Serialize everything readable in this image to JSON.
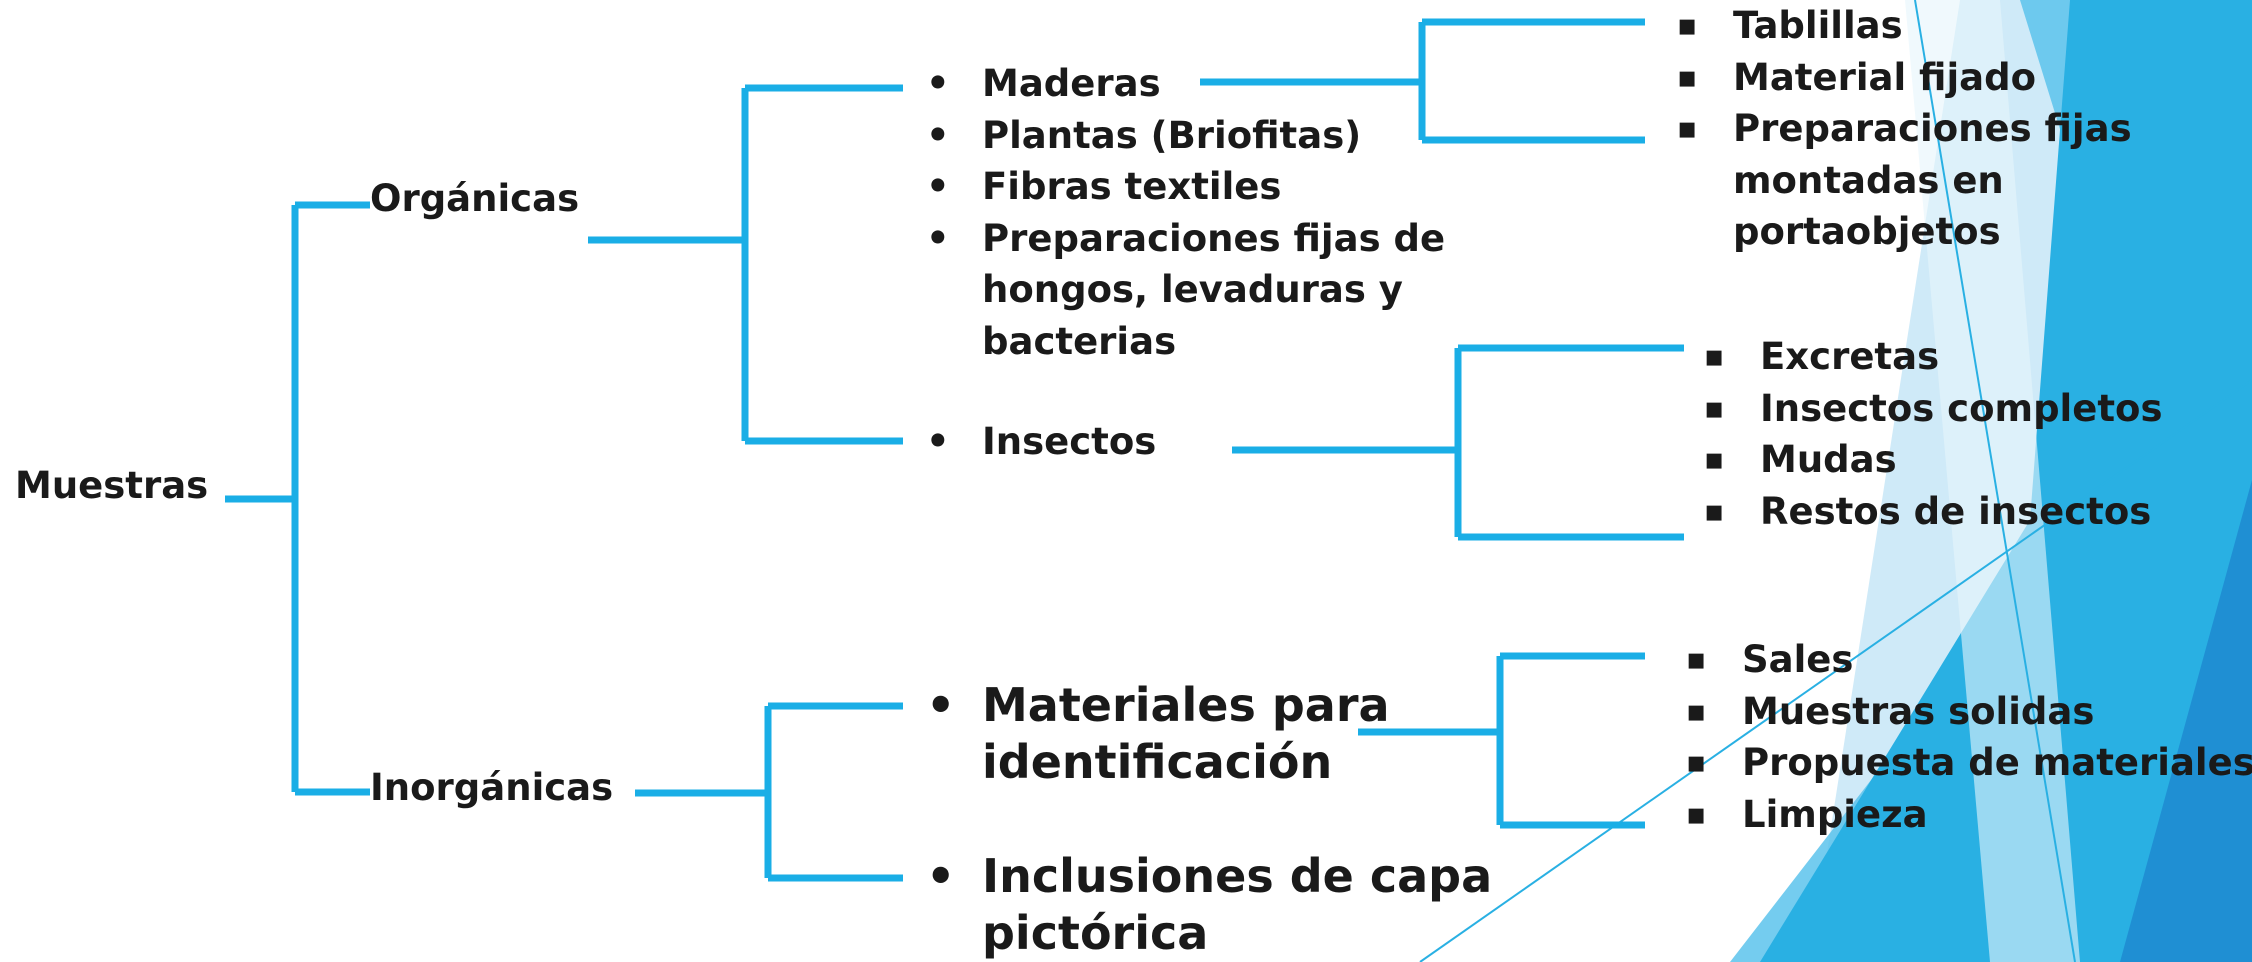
{
  "colors": {
    "connector": "#1aaee6",
    "text": "#1a1a1a",
    "accent_light": "#cfeaf8",
    "accent": "#29b0e3",
    "accent_dark": "#1f8fd3"
  },
  "root": {
    "label": "Muestras"
  },
  "organicas": {
    "label": "Orgánicas",
    "items": {
      "maderas": "Maderas",
      "plantas": "Plantas (Briofitas)",
      "fibras": "Fibras textiles",
      "preparaciones_1": "Preparaciones fijas de",
      "preparaciones_2": "hongos, levaduras y",
      "preparaciones_3": "bacterias",
      "insectos": "Insectos"
    },
    "maderas_sub": {
      "tablillas": "Tablillas",
      "material_fijado": "Material fijado",
      "preparaciones_1": "Preparaciones fijas",
      "preparaciones_2": "montadas en",
      "preparaciones_3": "portaobjetos"
    },
    "insectos_sub": {
      "excretas": "Excretas",
      "insectos_completos": "Insectos completos",
      "mudas": "Mudas",
      "restos": "Restos de insectos"
    }
  },
  "inorganicas": {
    "label": "Inorgánicas",
    "items": {
      "materiales_1": "Materiales para",
      "materiales_2": "identificación",
      "inclusiones_1": "Inclusiones de capa",
      "inclusiones_2": "pictórica"
    },
    "materiales_sub": {
      "sales": "Sales",
      "muestras_solidas": "Muestras solidas",
      "propuesta": "Propuesta de materiales",
      "limpieza": "Limpieza"
    }
  }
}
